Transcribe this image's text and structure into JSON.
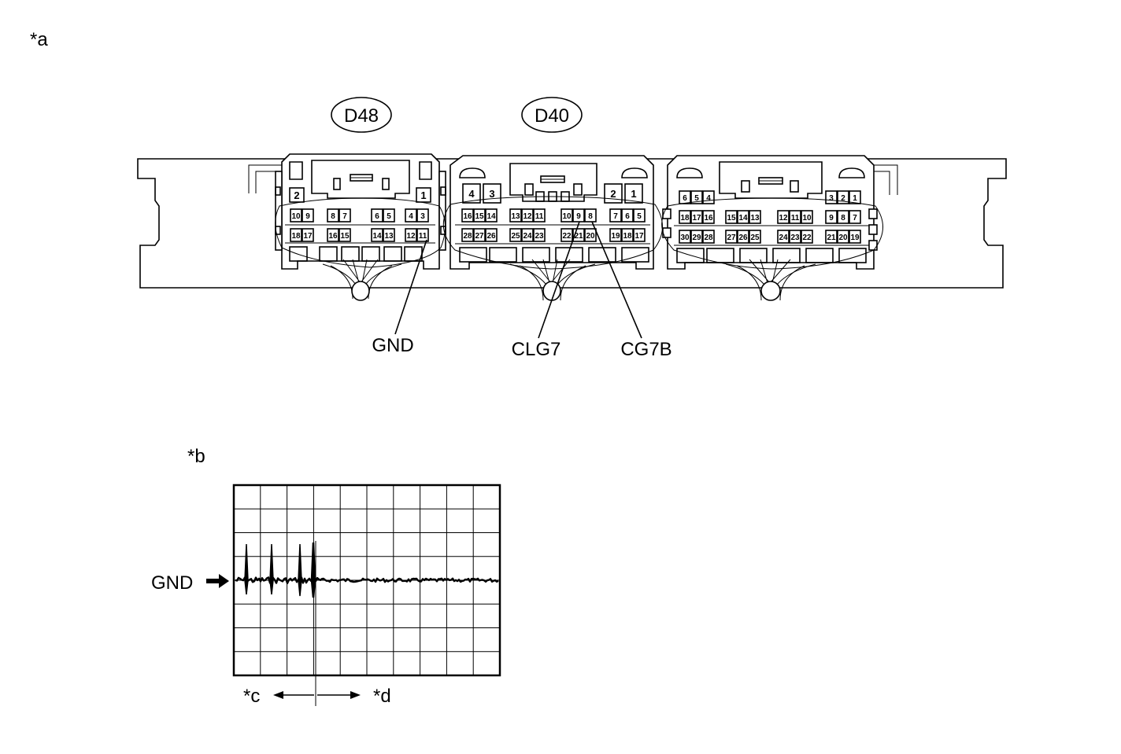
{
  "panel_a": {
    "marker": "*a",
    "connectors": [
      "D48",
      "D40"
    ],
    "callouts": [
      "GND",
      "CLG7",
      "CG7B"
    ],
    "left_connector_pins": {
      "top": [
        "2",
        "1"
      ],
      "row1": [
        "10",
        "9",
        "8",
        "7",
        "6",
        "5",
        "4",
        "3"
      ],
      "row2": [
        "18",
        "17",
        "16",
        "15",
        "14",
        "13",
        "12",
        "11"
      ]
    },
    "middle_connector_pins": {
      "top": [
        "4",
        "3",
        "2",
        "1"
      ],
      "row1": [
        "16",
        "15",
        "14",
        "13",
        "12",
        "11",
        "10",
        "9",
        "8",
        "7",
        "6",
        "5"
      ],
      "row2": [
        "28",
        "27",
        "26",
        "25",
        "24",
        "23",
        "22",
        "21",
        "20",
        "19",
        "18",
        "17"
      ]
    },
    "right_connector_pins": {
      "top": [
        "6",
        "5",
        "4",
        "3",
        "2",
        "1"
      ],
      "row1": [
        "18",
        "17",
        "16",
        "15",
        "14",
        "13",
        "12",
        "11",
        "10",
        "9",
        "8",
        "7"
      ],
      "row2": [
        "30",
        "29",
        "28",
        "27",
        "26",
        "25",
        "24",
        "23",
        "22",
        "21",
        "20",
        "19"
      ]
    }
  },
  "panel_b": {
    "marker": "*b",
    "reference_label": "GND",
    "left_marker": "*c",
    "right_marker": "*d",
    "grid": {
      "columns": 10,
      "rows": 8
    }
  }
}
